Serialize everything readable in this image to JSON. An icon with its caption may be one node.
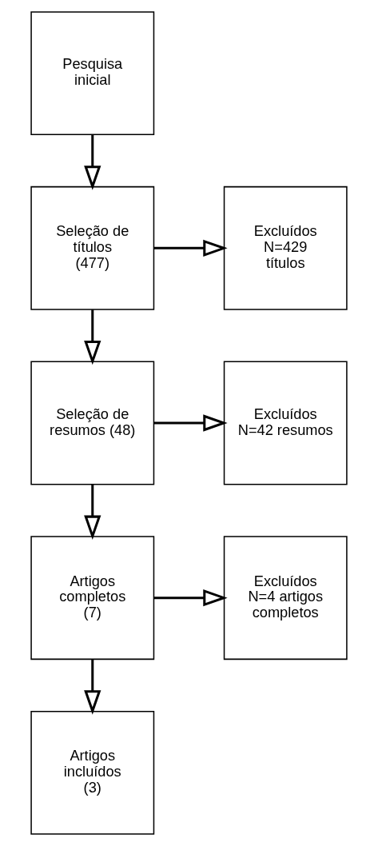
{
  "diagram": {
    "nodes": [
      {
        "text": [
          "Pesquisa inicial"
        ]
      },
      {
        "text": [
          "Seleção de títulos (477)"
        ]
      },
      {
        "text": [
          "Excluídos N=429 títulos"
        ]
      },
      {
        "text": [
          "Seleção de resumos (48)"
        ]
      },
      {
        "text": [
          "Excluídos N=42 resumos"
        ]
      },
      {
        "text": [
          "Artigos completos (7)"
        ]
      },
      {
        "text": [
          "Excluídos N=4 artigos completos"
        ]
      },
      {
        "text": [
          "Artigos incluídos (3)"
        ]
      }
    ],
    "edges": [
      {
        "from": 0,
        "to": 1,
        "arrow": "to"
      },
      {
        "from": 1,
        "to": 2,
        "arrow": "to"
      },
      {
        "from": 1,
        "to": 3,
        "arrow": "to"
      },
      {
        "from": 3,
        "to": 4,
        "arrow": "to"
      },
      {
        "from": 3,
        "to": 5,
        "arrow": "to"
      },
      {
        "from": 5,
        "to": 6,
        "arrow": "to"
      },
      {
        "from": 5,
        "to": 7,
        "arrow": "to"
      }
    ]
  }
}
